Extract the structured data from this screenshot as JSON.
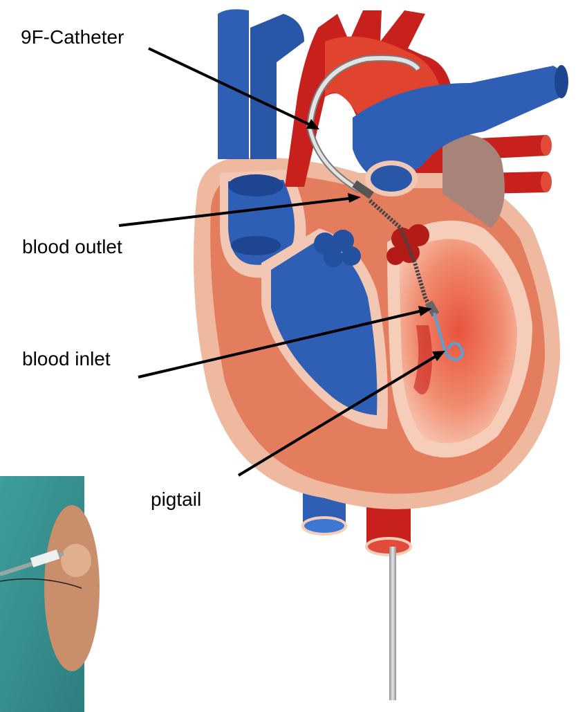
{
  "labels": {
    "catheter": "9F-Catheter",
    "outlet": "blood outlet",
    "inlet": "blood inlet",
    "pigtail": "pigtail"
  },
  "colors": {
    "vein_blue": "#2f5fb4",
    "vein_blue_dark": "#1d4590",
    "artery_red": "#c8201c",
    "artery_red_dark": "#9a140f",
    "myocardium": "#e79072",
    "myocardium_light": "#f6cdb8",
    "cavity_pink": "#f3a38a",
    "pericardium": "#f2c7b3",
    "catheter_grey": "#b8b8b8",
    "pigtail_blue": "#5aa0d8",
    "photo_green": "#3f9a97",
    "skin": "#d9a079"
  },
  "icons": [
    "heart-illustration",
    "catheter-photo"
  ]
}
